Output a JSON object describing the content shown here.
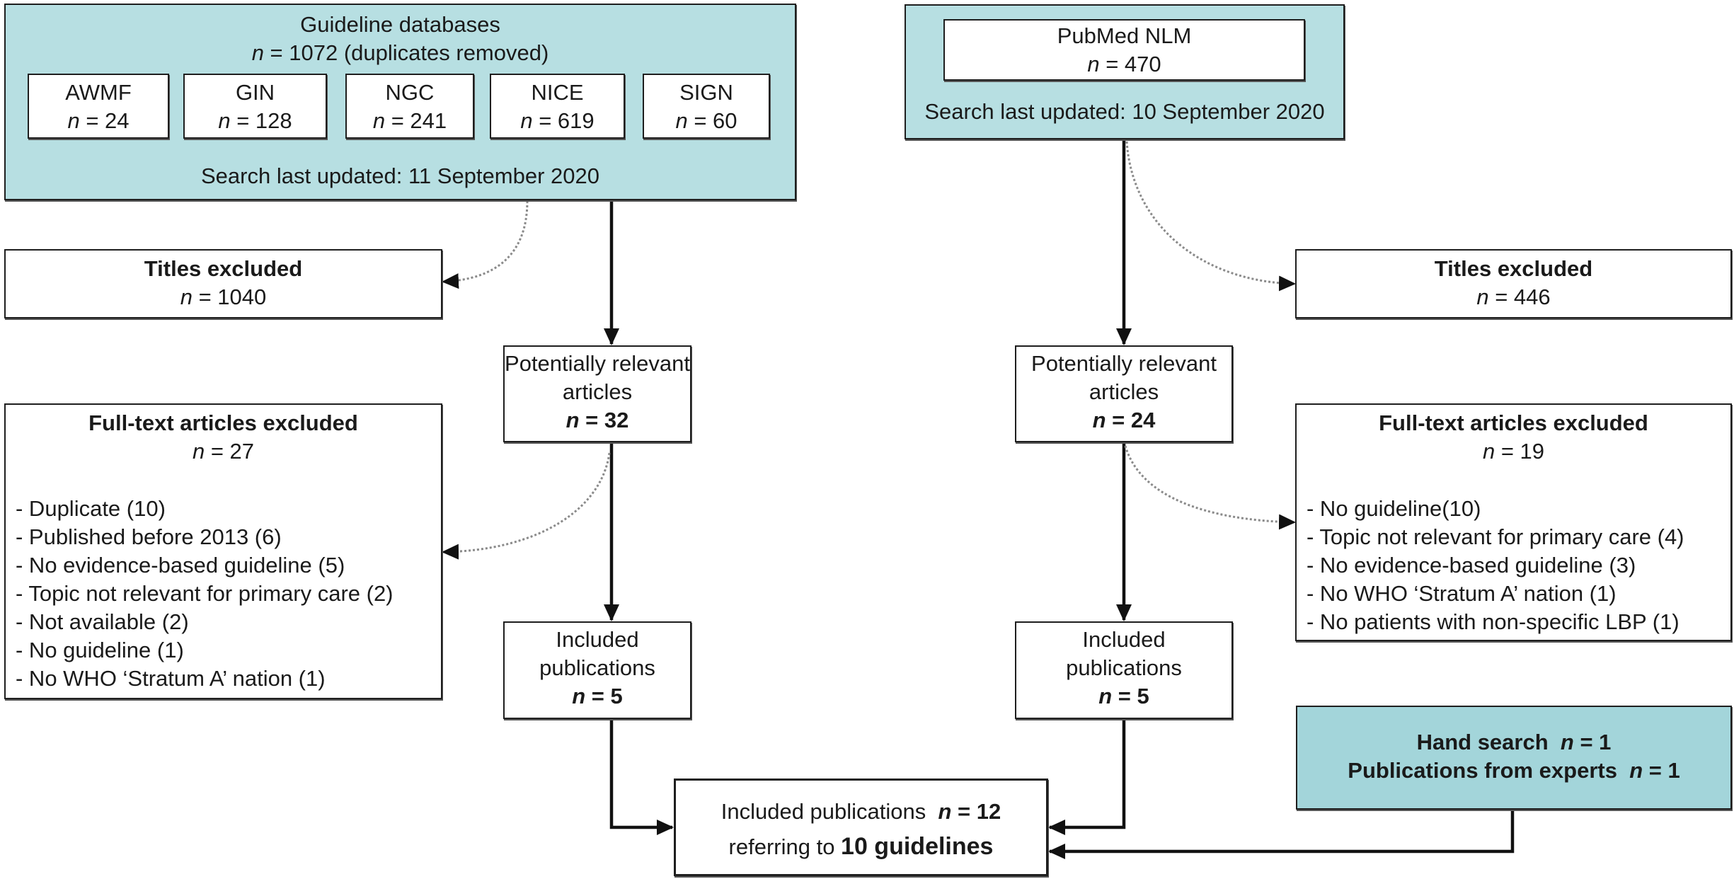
{
  "guideline_db": {
    "title": "Guideline databases",
    "n_prefix": "n",
    "n_value": " = 1072 (duplicates removed)",
    "sources": [
      {
        "name": "AWMF",
        "n": " = 24"
      },
      {
        "name": "GIN",
        "n": " = 128"
      },
      {
        "name": "NGC",
        "n": " = 241"
      },
      {
        "name": "NICE",
        "n": " = 619"
      },
      {
        "name": "SIGN",
        "n": " = 60"
      }
    ],
    "search_date": "Search last updated: 11 September 2020"
  },
  "pubmed": {
    "title": "PubMed NLM",
    "n_prefix": "n",
    "n_value": " = 470",
    "search_date": "Search last updated: 10 September 2020"
  },
  "left": {
    "titles_excluded": {
      "label": "Titles excluded",
      "n_prefix": "n",
      "n_value": " = 1040"
    },
    "potentially_relevant": {
      "line1": "Potentially relevant",
      "line2": "articles",
      "n_prefix": "n",
      "n_value": " = 32"
    },
    "fulltext_excluded": {
      "label": "Full-text articles excluded",
      "n_prefix": "n",
      "n_value": " = 27",
      "reasons": [
        "- Duplicate (10)",
        "- Published before 2013 (6)",
        "- No evidence-based guideline  (5)",
        "- Topic not relevant for primary care (2)",
        "- Not available  (2)",
        "- No guideline  (1)",
        "- No WHO ‘Stratum A’  nation (1)"
      ]
    },
    "included": {
      "line1": "Included",
      "line2": "publications",
      "n_prefix": "n",
      "n_value": " = 5"
    }
  },
  "right": {
    "titles_excluded": {
      "label": "Titles excluded",
      "n_prefix": "n",
      "n_value": " = 446"
    },
    "potentially_relevant": {
      "line1": "Potentially relevant",
      "line2": "articles",
      "n_prefix": "n",
      "n_value": " = 24"
    },
    "fulltext_excluded": {
      "label": "Full-text articles excluded",
      "n_prefix": "n",
      "n_value": " = 19",
      "reasons": [
        "- No guideline(10)",
        "- Topic not relevant for primary care (4)",
        "- No evidence-based guideline  (3)",
        "- No WHO ‘Stratum A’  nation  (1)",
        "- No patients with non-specific LBP (1)"
      ]
    },
    "included": {
      "line1": "Included",
      "line2": "publications",
      "n_prefix": "n",
      "n_value": " = 5"
    }
  },
  "hand_search": {
    "line1_label": "Hand search  ",
    "line1_n_prefix": "n",
    "line1_n_value": " = 1",
    "line2_label": "Publications from experts  ",
    "line2_n_prefix": "n",
    "line2_n_value": " = 1"
  },
  "final": {
    "line1_label": "Included publications  ",
    "line1_n_prefix": "n",
    "line1_n_value": " = 12",
    "line2_prefix": "referring to ",
    "line2_bold": "10 guidelines"
  },
  "colors": {
    "source_box_fill": "#b7dfe2",
    "hand_search_fill": "#a3d5da",
    "border": "#1e1e1e",
    "dotted_arrow": "#8a8a8a"
  }
}
